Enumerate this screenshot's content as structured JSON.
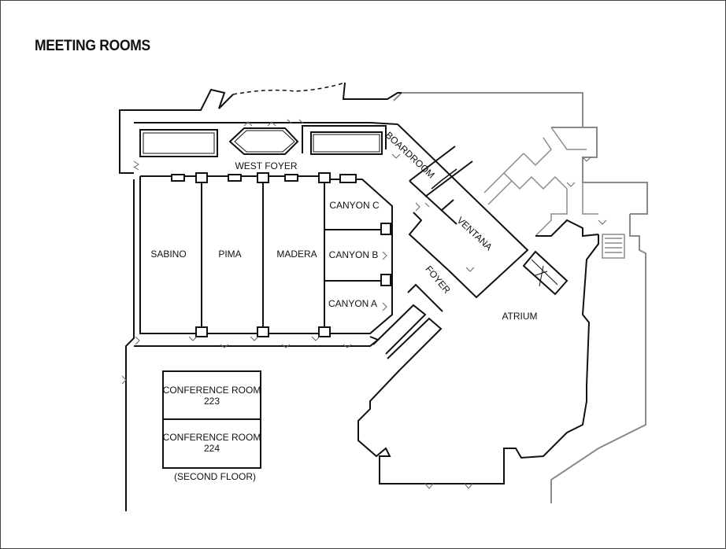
{
  "title": "MEETING ROOMS",
  "rooms": {
    "west_foyer": "WEST FOYER",
    "boardroom": "BOARDROOM",
    "ventana": "VENTANA",
    "sabino": "SABINO",
    "pima": "PIMA",
    "madera": "MADERA",
    "canyon_c": "CANYON C",
    "canyon_b": "CANYON B",
    "canyon_a": "CANYON A",
    "foyer": "FOYER",
    "atrium": "ATRIUM",
    "conf_223_line1": "CONFERENCE ROOM",
    "conf_223_line2": "223",
    "conf_224_line1": "CONFERENCE ROOM",
    "conf_224_line2": "224",
    "second_floor": "(SECOND FLOOR)"
  },
  "colors": {
    "wall": "#111111",
    "adjacent_building": "#8a8a8a"
  }
}
